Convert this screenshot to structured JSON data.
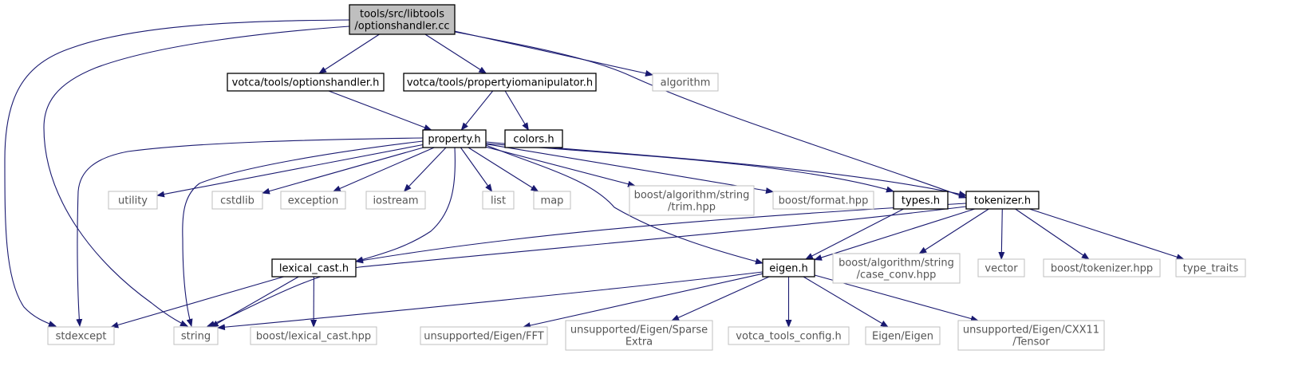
{
  "colors": {
    "edge": "#191970",
    "root_fill": "#bfbfbf",
    "node_border": "#000000",
    "external_border": "#bfbfbf",
    "background": "#ffffff"
  },
  "nodes": [
    {
      "id": "root",
      "lines": [
        "tools/src/libtools",
        "/optionshandler.cc"
      ],
      "kind": "root"
    },
    {
      "id": "optionshandler_h",
      "lines": [
        "votca/tools/optionshandler.h"
      ],
      "kind": "file"
    },
    {
      "id": "propertyiomanipulator_h",
      "lines": [
        "votca/tools/propertyiomanipulator.h"
      ],
      "kind": "file"
    },
    {
      "id": "algorithm",
      "lines": [
        "algorithm"
      ],
      "kind": "external"
    },
    {
      "id": "property_h",
      "lines": [
        "property.h"
      ],
      "kind": "file"
    },
    {
      "id": "colors_h",
      "lines": [
        "colors.h"
      ],
      "kind": "file"
    },
    {
      "id": "utility",
      "lines": [
        "utility"
      ],
      "kind": "external"
    },
    {
      "id": "cstdlib",
      "lines": [
        "cstdlib"
      ],
      "kind": "external"
    },
    {
      "id": "exception",
      "lines": [
        "exception"
      ],
      "kind": "external"
    },
    {
      "id": "iostream",
      "lines": [
        "iostream"
      ],
      "kind": "external"
    },
    {
      "id": "list",
      "lines": [
        "list"
      ],
      "kind": "external"
    },
    {
      "id": "map",
      "lines": [
        "map"
      ],
      "kind": "external"
    },
    {
      "id": "trim_hpp",
      "lines": [
        "boost/algorithm/string",
        "/trim.hpp"
      ],
      "kind": "external"
    },
    {
      "id": "format_hpp",
      "lines": [
        "boost/format.hpp"
      ],
      "kind": "external"
    },
    {
      "id": "types_h",
      "lines": [
        "types.h"
      ],
      "kind": "file"
    },
    {
      "id": "tokenizer_h",
      "lines": [
        "tokenizer.h"
      ],
      "kind": "file"
    },
    {
      "id": "lexical_cast_h",
      "lines": [
        "lexical_cast.h"
      ],
      "kind": "file"
    },
    {
      "id": "eigen_h",
      "lines": [
        "eigen.h"
      ],
      "kind": "file"
    },
    {
      "id": "case_conv_hpp",
      "lines": [
        "boost/algorithm/string",
        "/case_conv.hpp"
      ],
      "kind": "external"
    },
    {
      "id": "vector",
      "lines": [
        "vector"
      ],
      "kind": "external"
    },
    {
      "id": "tokenizer_hpp",
      "lines": [
        "boost/tokenizer.hpp"
      ],
      "kind": "external"
    },
    {
      "id": "type_traits",
      "lines": [
        "type_traits"
      ],
      "kind": "external"
    },
    {
      "id": "stdexcept",
      "lines": [
        "stdexcept"
      ],
      "kind": "external"
    },
    {
      "id": "string",
      "lines": [
        "string"
      ],
      "kind": "external"
    },
    {
      "id": "lexical_cast_hpp",
      "lines": [
        "boost/lexical_cast.hpp"
      ],
      "kind": "external"
    },
    {
      "id": "eigen_fft",
      "lines": [
        "unsupported/Eigen/FFT"
      ],
      "kind": "external"
    },
    {
      "id": "eigen_sparse_extra",
      "lines": [
        "unsupported/Eigen/Sparse",
        "Extra"
      ],
      "kind": "external"
    },
    {
      "id": "votca_tools_config_h",
      "lines": [
        "votca_tools_config.h"
      ],
      "kind": "external"
    },
    {
      "id": "eigen_eigen",
      "lines": [
        "Eigen/Eigen"
      ],
      "kind": "external"
    },
    {
      "id": "eigen_cxx11_tensor",
      "lines": [
        "unsupported/Eigen/CXX11",
        "/Tensor"
      ],
      "kind": "external"
    }
  ],
  "edges": [
    {
      "from": "root",
      "to": "optionshandler_h"
    },
    {
      "from": "root",
      "to": "propertyiomanipulator_h"
    },
    {
      "from": "root",
      "to": "algorithm"
    },
    {
      "from": "root",
      "to": "tokenizer_h"
    },
    {
      "from": "root",
      "to": "stdexcept"
    },
    {
      "from": "root",
      "to": "string"
    },
    {
      "from": "optionshandler_h",
      "to": "property_h"
    },
    {
      "from": "propertyiomanipulator_h",
      "to": "property_h"
    },
    {
      "from": "propertyiomanipulator_h",
      "to": "colors_h"
    },
    {
      "from": "property_h",
      "to": "utility"
    },
    {
      "from": "property_h",
      "to": "cstdlib"
    },
    {
      "from": "property_h",
      "to": "exception"
    },
    {
      "from": "property_h",
      "to": "iostream"
    },
    {
      "from": "property_h",
      "to": "list"
    },
    {
      "from": "property_h",
      "to": "map"
    },
    {
      "from": "property_h",
      "to": "trim_hpp"
    },
    {
      "from": "property_h",
      "to": "format_hpp"
    },
    {
      "from": "property_h",
      "to": "types_h"
    },
    {
      "from": "property_h",
      "to": "tokenizer_h"
    },
    {
      "from": "property_h",
      "to": "lexical_cast_h"
    },
    {
      "from": "property_h",
      "to": "eigen_h"
    },
    {
      "from": "property_h",
      "to": "stdexcept"
    },
    {
      "from": "property_h",
      "to": "string"
    },
    {
      "from": "types_h",
      "to": "eigen_h"
    },
    {
      "from": "tokenizer_h",
      "to": "lexical_cast_h"
    },
    {
      "from": "tokenizer_h",
      "to": "eigen_h"
    },
    {
      "from": "tokenizer_h",
      "to": "case_conv_hpp"
    },
    {
      "from": "tokenizer_h",
      "to": "vector"
    },
    {
      "from": "tokenizer_h",
      "to": "tokenizer_hpp"
    },
    {
      "from": "tokenizer_h",
      "to": "type_traits"
    },
    {
      "from": "tokenizer_h",
      "to": "string"
    },
    {
      "from": "lexical_cast_h",
      "to": "stdexcept"
    },
    {
      "from": "lexical_cast_h",
      "to": "string"
    },
    {
      "from": "lexical_cast_h",
      "to": "lexical_cast_hpp"
    },
    {
      "from": "eigen_h",
      "to": "string"
    },
    {
      "from": "eigen_h",
      "to": "eigen_fft"
    },
    {
      "from": "eigen_h",
      "to": "eigen_sparse_extra"
    },
    {
      "from": "eigen_h",
      "to": "votca_tools_config_h"
    },
    {
      "from": "eigen_h",
      "to": "eigen_eigen"
    },
    {
      "from": "eigen_h",
      "to": "eigen_cxx11_tensor"
    }
  ]
}
